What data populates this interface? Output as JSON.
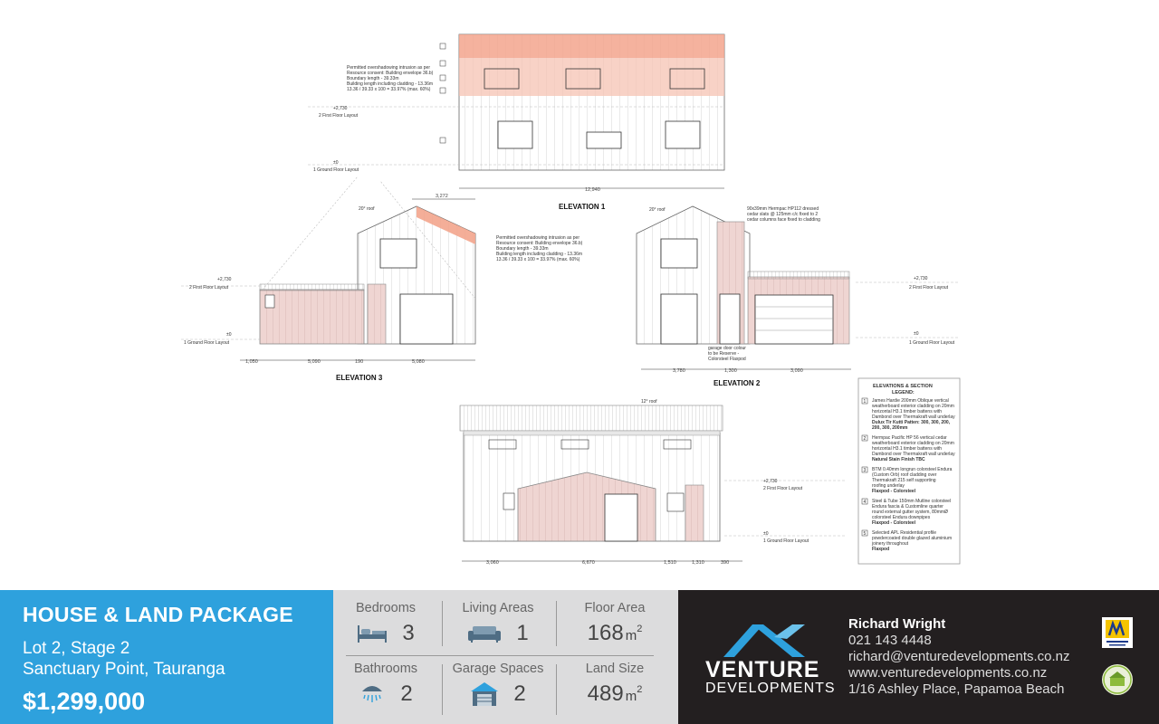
{
  "package": {
    "title": "HOUSE & LAND PACKAGE",
    "lot": "Lot 2, Stage 2",
    "location": "Sanctuary Point, Tauranga",
    "price": "$1,299,000"
  },
  "stats": {
    "bedrooms": {
      "label": "Bedrooms",
      "value": "3"
    },
    "living": {
      "label": "Living Areas",
      "value": "1"
    },
    "floor": {
      "label": "Floor Area",
      "value": "168",
      "unit": "m",
      "sup": "2"
    },
    "bathrooms": {
      "label": "Bathrooms",
      "value": "2"
    },
    "garage": {
      "label": "Garage Spaces",
      "value": "2"
    },
    "land": {
      "label": "Land Size",
      "value": "489",
      "unit": "m",
      "sup": "2"
    }
  },
  "brand": {
    "line1": "VENTURE",
    "line2": "DEVELOPMENTS"
  },
  "contact": {
    "name": "Richard Wright",
    "phone": "021 143 4448",
    "email": "richard@venturedevelopments.co.nz",
    "web": "www.venturedevelopments.co.nz",
    "address": "1/16 Ashley Place, Papamoa Beach"
  },
  "plans": {
    "elev1": "ELEVATION 1",
    "elev2": "ELEVATION 2",
    "elev3": "ELEVATION 3",
    "dim1": "12,940",
    "dim3a": "1,050",
    "dim3b": "5,090",
    "dim3c": "190",
    "dim3d": "5,080",
    "dim3top": "3,272",
    "dim2a": "3,780",
    "dim2b": "1,300",
    "dim2c": "3,090",
    "dim4a": "3,060",
    "dim4b": "6,670",
    "dim4c": "1,510",
    "dim4d": "1,310",
    "dim4e": "390",
    "ff": "2 First Floor Layout",
    "gf": "1 Ground Floor Layout",
    "lvl_ff": "+2,730",
    "lvl_gf": "±0",
    "roof20": "20° roof",
    "roof12": "12° roof",
    "note1": "Permitted overshadowing intrusion as per",
    "note2": "Resource consent: Building envelope 36.b)",
    "note3": "Boundary length - 39.33m",
    "note4": "Building length including cladding - 13.36m",
    "note5": "13.36 / 39.33 x 100 = 33.97% (max. 60%)",
    "garage1": "garage door colour",
    "garage2": "to be Reserve -",
    "garage3": "Colorsteel Flaxpod",
    "cedar1": "90x39mm Hermpac HP112 dressed",
    "cedar2": "cedar slats @ 125mm c/c fixed to 2",
    "cedar3": "cedar columns face fixed to cladding",
    "legend_title": "ELEVATIONS & SECTION",
    "legend_sub": "LEGEND:",
    "legend": [
      {
        "n": "1",
        "t": "James Hardie 200mm Oblique vertical weatherboard exterior cladding on 20mm horizontal H3.1 timber battens with Dambond over Thermakraft wall underlay",
        "b": "Dulux Tir Kutti Patten: 300, 300, 200, 200, 300, 200mm"
      },
      {
        "n": "2",
        "t": "Hermpac Pacific HP 56 vertical cedar weatherboard exterior cladding on 20mm horizontal H3.1 timber battens with Dambond over Thermakraft wall underlay",
        "b": "Natural Stain Finish TBC"
      },
      {
        "n": "3",
        "t": "BTM 0.40mm longrun colorsteel Endura (Custom Orb) roof cladding over Thermakraft 215 self supporting roofing underlay",
        "b": "Flaxpod - Colorsteel"
      },
      {
        "n": "4",
        "t": "Steel & Tube 150mm Mutline colorsteel Endura fascia & Customline quarter round external gutter system, 80mmØ colorsteel Endura downpipes",
        "b": "Flaxpod - Colorsteel"
      },
      {
        "n": "5",
        "t": "Selected APL Residential profile powdercoated double glazed aluminium joinery throughout",
        "b": "Flaxpod"
      }
    ]
  },
  "colors": {
    "accent": "#2ea1dd",
    "dark": "#231f20",
    "stats_bg": "#dcdcdd",
    "cladding_pink": "#efd5d2",
    "intrusion": "#f2b49e"
  }
}
